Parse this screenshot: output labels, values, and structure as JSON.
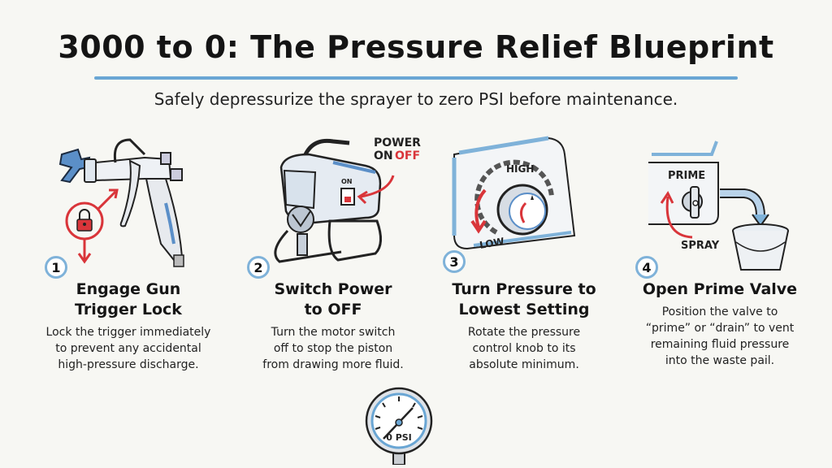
{
  "title": "3000 to 0: The Pressure Relief Blueprint",
  "subtitle": "Safely depressurize the sprayer to zero PSI before maintenance.",
  "colors": {
    "background": "#f7f7f3",
    "accent_blue": "#6aa6d4",
    "warning_red": "#d9353a",
    "ink": "#141414"
  },
  "steps": [
    {
      "number": "1",
      "heading_line1": "Engage Gun",
      "heading_line2": "Trigger Lock",
      "desc_line1": "Lock the trigger immediately",
      "desc_line2": "to prevent any accidental",
      "desc_line3": "high-pressure discharge.",
      "icon": "spray-gun-with-lock-icon"
    },
    {
      "number": "2",
      "heading_line1": "Switch Power",
      "heading_line2": "to OFF",
      "desc_line1": "Turn the motor switch",
      "desc_line2": "off to stop the piston",
      "desc_line3": "from drawing more fluid.",
      "icon": "sprayer-power-switch-icon",
      "labels": {
        "power": "POWER",
        "on": "ON",
        "off": "OFF",
        "switch_on": "ON"
      }
    },
    {
      "number": "3",
      "heading_line1": "Turn Pressure to",
      "heading_line2": "Lowest Setting",
      "desc_line1": "Rotate the pressure",
      "desc_line2": "control knob to its",
      "desc_line3": "absolute minimum.",
      "icon": "pressure-knob-icon",
      "labels": {
        "high": "HIGH",
        "low": "LOW"
      }
    },
    {
      "number": "4",
      "heading_line1": "Open Prime Valve",
      "heading_line2": "",
      "desc_line1": "Position the valve to",
      "desc_line2": "“prime” or “drain” to vent",
      "desc_line3": "remaining fluid pressure",
      "desc_line4": "into the waste pail.",
      "icon": "prime-valve-bucket-icon",
      "labels": {
        "prime": "PRIME",
        "spray": "SPRAY"
      }
    }
  ],
  "gauge": {
    "label": "0 PSI",
    "icon": "pressure-gauge-icon"
  }
}
